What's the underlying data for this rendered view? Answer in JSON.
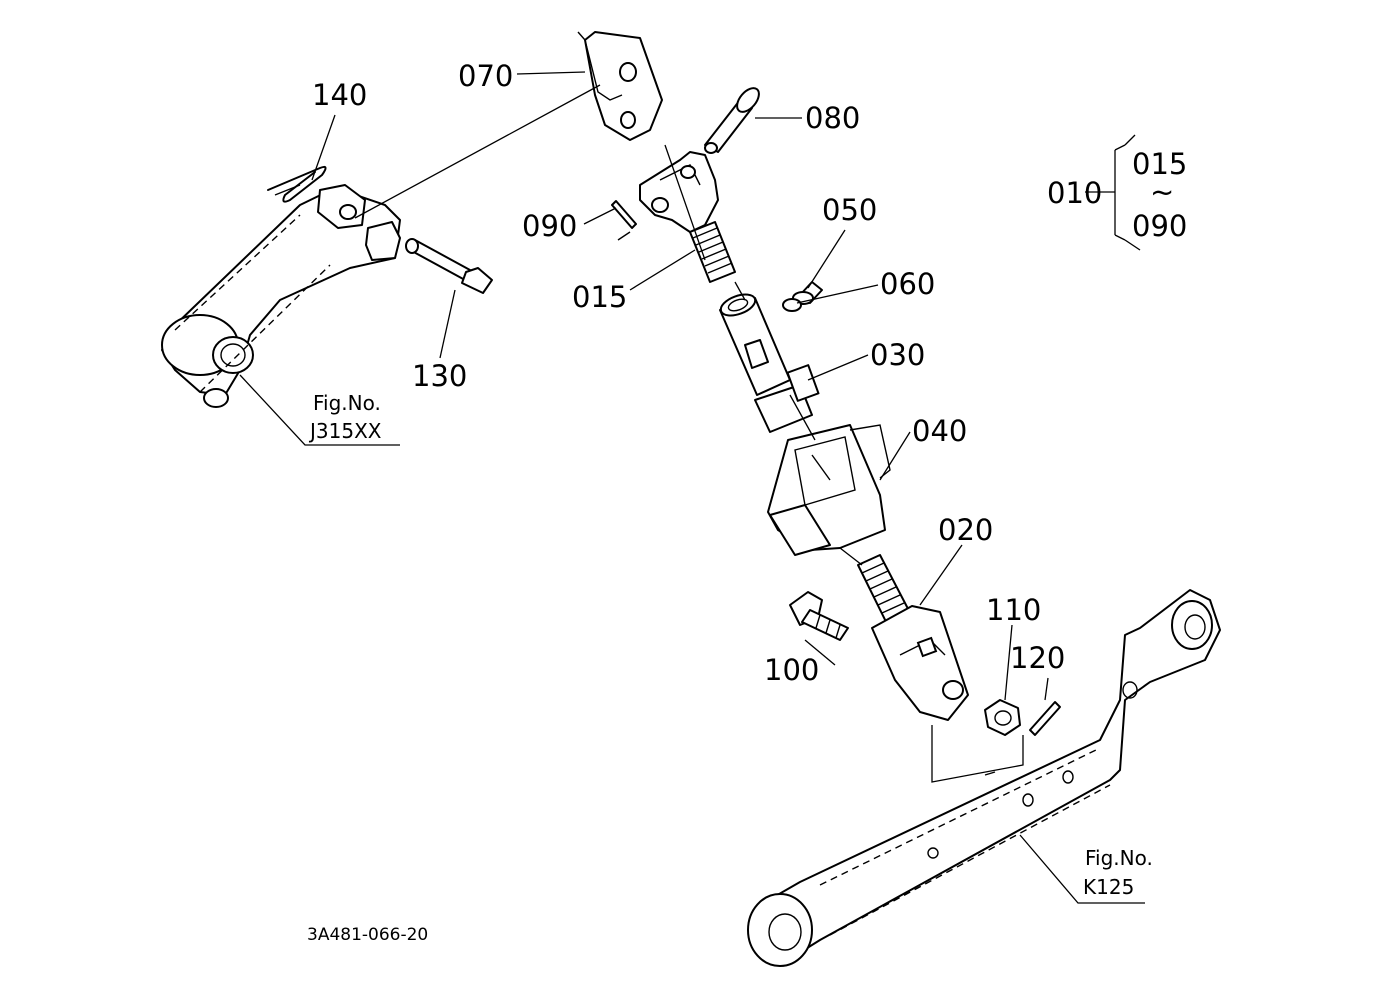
{
  "diagram": {
    "drawing_code": "3A481-066-20",
    "callouts": {
      "p070": "070",
      "p080": "080",
      "p090": "090",
      "p015": "015",
      "p050": "050",
      "p060": "060",
      "p030": "030",
      "p040": "040",
      "p020": "020",
      "p100": "100",
      "p110": "110",
      "p120": "120",
      "p130": "130",
      "p140": "140"
    },
    "assembly_key": {
      "parent": "010",
      "from": "015",
      "tilde": "~",
      "to": "090"
    },
    "fig_refs": [
      {
        "caption": "Fig.No.",
        "number": "J315XX"
      },
      {
        "caption": "Fig.No.",
        "number": "K125"
      }
    ]
  }
}
